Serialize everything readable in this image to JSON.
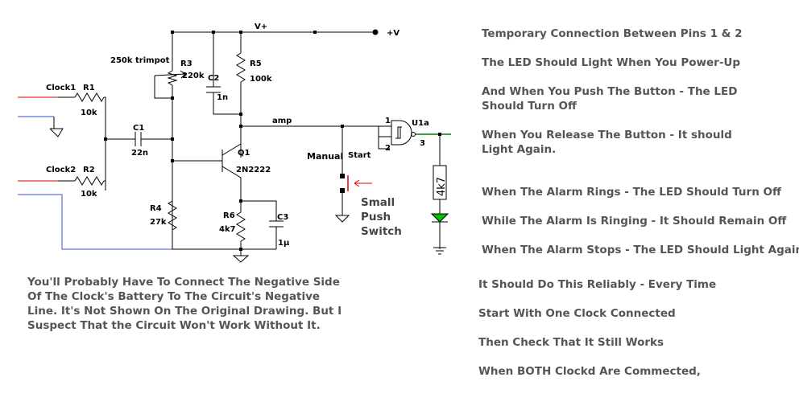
{
  "labels": {
    "vplus": "V+",
    "plusv": "+V",
    "trimpot": "250k trimpot",
    "r3": "R3",
    "r3_val": "220k",
    "r5": "R5",
    "r5_val": "100k",
    "c2": "C2",
    "c2_val": "1n",
    "clock1": "Clock1",
    "r1": "R1",
    "r1_val": "10k",
    "c1": "C1",
    "c1_val": "22n",
    "clock2": "Clock2",
    "r2": "R2",
    "r2_val": "10k",
    "q1": "Q1",
    "q1_part": "2N2222",
    "r4": "R4",
    "r4_val": "27k",
    "r6": "R6",
    "r6_val": "4k7",
    "c3": "C3",
    "c3_val": "1µ",
    "amp": "amp",
    "manual": "Manual",
    "start": "Start",
    "u1a": "U1a",
    "pin1": "1",
    "pin2": "2",
    "pin3": "3",
    "led_resistor": "4k7",
    "switch_l1": "Small",
    "switch_l2": "Push",
    "switch_l3": "Switch"
  },
  "notes_left": [
    "You'll Probably Have To Connect The Negative Side",
    "Of The Clock's Battery To The Circuit's Negative",
    "Line. It's Not Shown On The Original Drawing. But I",
    "Suspect That the Circuit Won't Work Without It."
  ],
  "notes_right": {
    "n1": "Temporary Connection Between Pins 1 & 2",
    "n2": "The LED Should Light When You Power-Up",
    "n3a": "And When You Push The Button - The LED",
    "n3b": "Should Turn Off",
    "n4a": "When You Release The Button - It should",
    "n4b": "Light Again.",
    "n5": "When The Alarm Rings - The LED Should Turn Off",
    "n6": "While The Alarm Is Ringing - It Should Remain Off",
    "n7": "When The Alarm Stops - The LED Should Light Again.",
    "n8": "It Should Do This Reliably - Every Time",
    "n9": "Start With One Clock Connected",
    "n10": "Then Check That It Still Works",
    "n11": "When BOTH Clockd Are Commected,"
  },
  "colors": {
    "wire": "#000000",
    "red_lead": "#e00000",
    "blue_lead": "#3a4fd0",
    "led_green": "#00c000",
    "output_green": "#008000",
    "arrow_red": "#e00000"
  }
}
